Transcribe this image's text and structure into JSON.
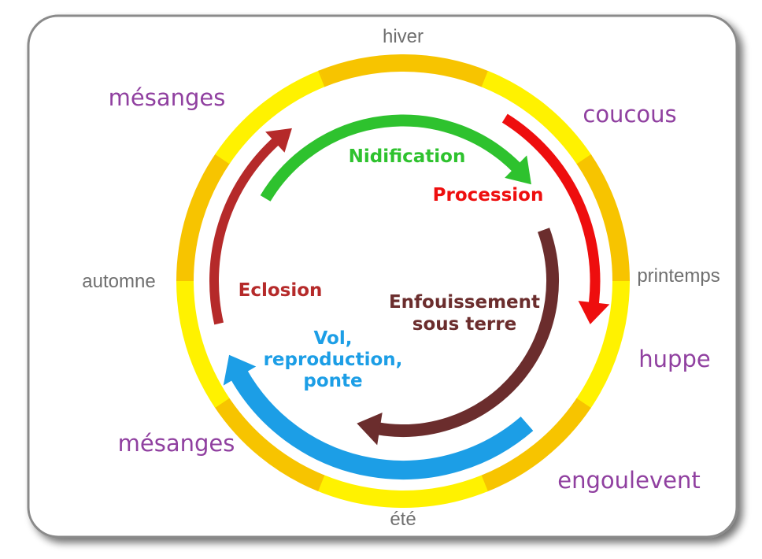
{
  "seasons": {
    "winter": "hiver",
    "spring": "printemps",
    "summer": "été",
    "autumn": "automne"
  },
  "birds": {
    "top_left": "mésanges",
    "top_right": "coucous",
    "right": "huppe",
    "bottom_right": "engoulevent",
    "bottom_left": "mésanges"
  },
  "phases": {
    "nidification": {
      "label": "Nidification",
      "color": "#2ec22e"
    },
    "procession": {
      "label": "Procession",
      "color": "#ee0e0e"
    },
    "enfouissement": {
      "line1": "Enfouissement",
      "line2": "sous terre",
      "color": "#6b2d2d"
    },
    "vol": {
      "line1": "Vol,",
      "line2": "reproduction,",
      "line3": "ponte",
      "color": "#1c9ee6"
    },
    "eclosion": {
      "label": "Eclosion",
      "color": "#b52a2a"
    }
  },
  "ring_colors": {
    "yellow": "#fff200",
    "orange": "#f7c400"
  }
}
